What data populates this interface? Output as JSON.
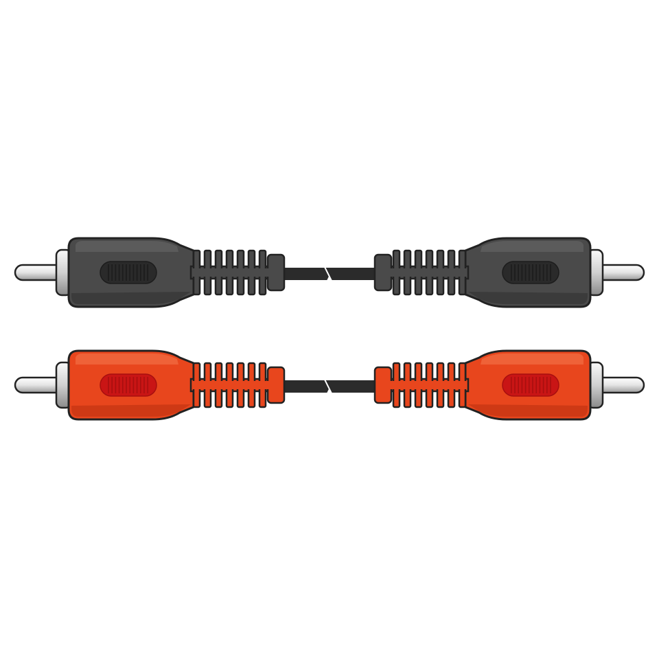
{
  "image": {
    "subject": "rca-stereo-cable",
    "background_color": "#ffffff",
    "cables": [
      {
        "id": "black",
        "body_color": "#4a4a4a",
        "body_dark": "#2f2f2f",
        "body_light": "#6a6a6a",
        "grip_color": "#2a2a2a",
        "grip_stripe": "#1c1c1c"
      },
      {
        "id": "red",
        "body_color": "#e8461d",
        "body_dark": "#b8300f",
        "body_light": "#f47a4f",
        "grip_color": "#c91515",
        "grip_stripe": "#a80f0f"
      }
    ],
    "cable_wire_color": "#2b2b2b",
    "pin_color": "#e8e8e8",
    "outline_color": "#222222"
  }
}
